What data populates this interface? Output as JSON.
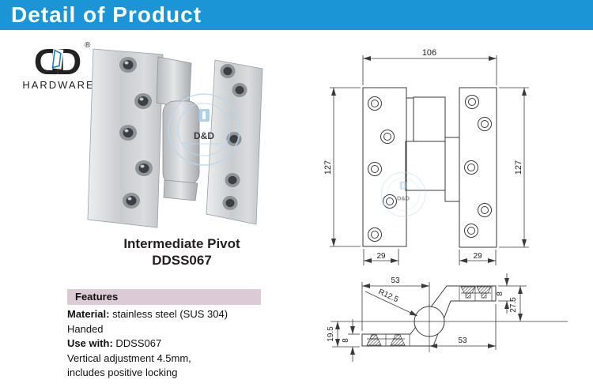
{
  "header": {
    "title": "Detail of Product"
  },
  "logo": {
    "brand": "HARDWARE",
    "registered_mark": "®"
  },
  "product": {
    "name_line1": "Intermediate Pivot",
    "name_line2": "DDSS067",
    "watermark_text": "D&D"
  },
  "features": {
    "heading": "Features",
    "items": [
      {
        "label": "Material:",
        "text": " stainless steel (SUS 304)"
      },
      {
        "label": "",
        "text": "Handed"
      },
      {
        "label": "Use with:",
        "text": " DDSS067"
      },
      {
        "label": "",
        "text": "Vertical adjustment 4.5mm,"
      },
      {
        "label": "",
        "text": "includes positive locking"
      }
    ]
  },
  "drawings": {
    "front_view": {
      "width_total": "106",
      "height_left": "127",
      "height_right": "127",
      "leaf_width_left": "29",
      "leaf_width_right": "29"
    },
    "section_view": {
      "arm_length_top": "53",
      "pivot_radius": "R12.5",
      "plate_thickness_right": "8",
      "offset_right": "27.5",
      "offset_left": "19.5",
      "plate_thickness_left": "8",
      "arm_length_bottom": "53"
    }
  },
  "colors": {
    "header_bg": "#1b95d6",
    "logo_blue": "#1e7dc0",
    "features_header_bg": "#dccad7",
    "drawing_line": "#3a3a3a",
    "watermark_blue": "#a9cfe8"
  }
}
